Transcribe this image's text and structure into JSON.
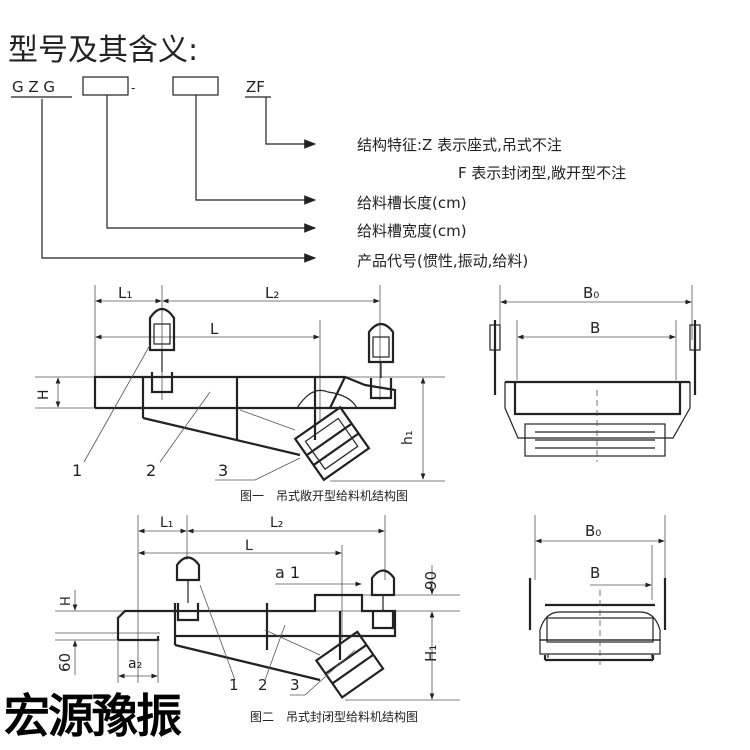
{
  "title": "型号及其含义:",
  "model": {
    "prefix": "G Z G",
    "dash": "-",
    "suffix": "ZF",
    "legend": [
      "结构特征:Z 表示座式,吊式不注",
      "F 表示封闭型,敞开型不注",
      "给料槽长度(cm)",
      "给料槽宽度(cm)",
      "产品代号(惯性,振动,给料)"
    ]
  },
  "figure1": {
    "caption": "图一　吊式敞开型给料机结构图",
    "dims": {
      "L1": "L₁",
      "L2": "L₂",
      "L": "L",
      "H": "H",
      "h1": "h₁",
      "B0": "B₀",
      "B": "B"
    },
    "parts": [
      "1",
      "2",
      "3"
    ]
  },
  "figure2": {
    "caption": "图二　吊式封闭型给料机结构图",
    "dims": {
      "L1": "L₁",
      "L2": "L₂",
      "L": "L",
      "a1": "a 1",
      "a2": "a₂",
      "d90": "90",
      "H": "H",
      "d60": "60",
      "H1": "H₁",
      "B0": "B₀",
      "B": "B"
    },
    "parts": [
      "1",
      "2",
      "3"
    ]
  },
  "watermark": "宏源豫振"
}
